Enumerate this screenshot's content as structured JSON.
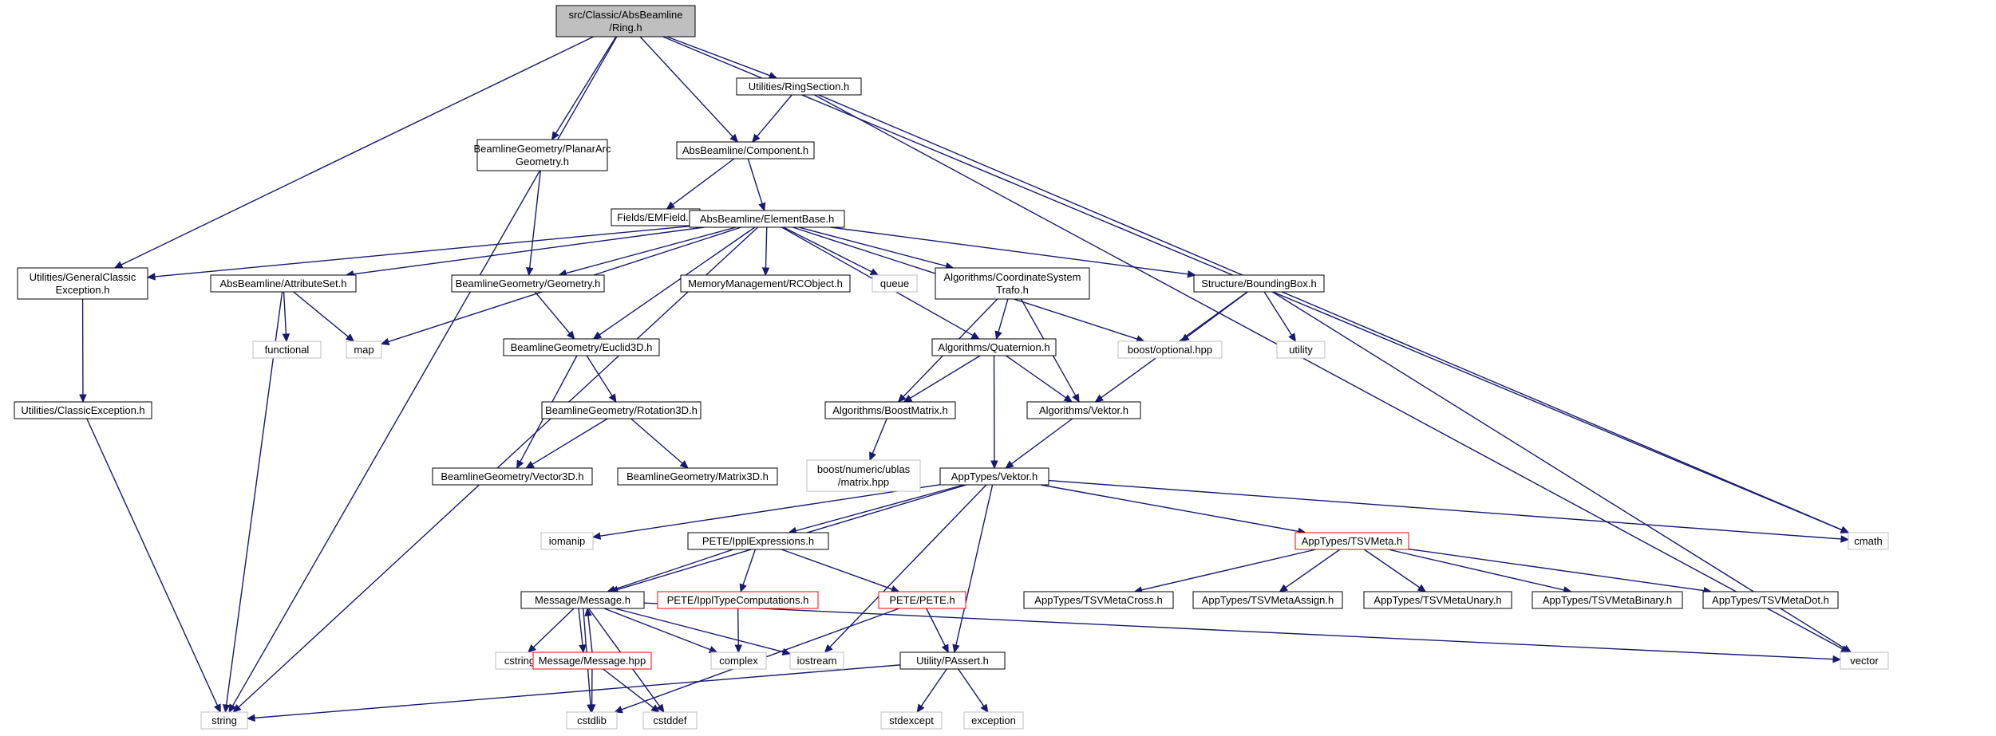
{
  "colors": {
    "edge": "#191970",
    "highlight_fill": "#bfbfbf",
    "box_border": "#000000",
    "system_border": "#bfbfbf",
    "truncated_border": "#ff0000"
  },
  "nodes": {
    "ring": {
      "lines": [
        "src/Classic/AbsBeamline",
        "/Ring.h"
      ],
      "kind": "highlight"
    },
    "ringsection": {
      "lines": [
        "Utilities/RingSection.h"
      ],
      "kind": "std"
    },
    "planararc": {
      "lines": [
        "BeamlineGeometry/PlanarArc",
        "Geometry.h"
      ],
      "kind": "std"
    },
    "component": {
      "lines": [
        "AbsBeamline/Component.h"
      ],
      "kind": "std"
    },
    "emfield": {
      "lines": [
        "Fields/EMField.h"
      ],
      "kind": "std"
    },
    "elementbase": {
      "lines": [
        "AbsBeamline/ElementBase.h"
      ],
      "kind": "std"
    },
    "genclassicexc": {
      "lines": [
        "Utilities/GeneralClassic",
        "Exception.h"
      ],
      "kind": "std"
    },
    "attributeset": {
      "lines": [
        "AbsBeamline/AttributeSet.h"
      ],
      "kind": "std"
    },
    "geometry": {
      "lines": [
        "BeamlineGeometry/Geometry.h"
      ],
      "kind": "std"
    },
    "rcobject": {
      "lines": [
        "MemoryManagement/RCObject.h"
      ],
      "kind": "std"
    },
    "queue": {
      "lines": [
        "queue"
      ],
      "kind": "sys"
    },
    "coordtrafo": {
      "lines": [
        "Algorithms/CoordinateSystem",
        "Trafo.h"
      ],
      "kind": "std"
    },
    "boundingbox": {
      "lines": [
        "Structure/BoundingBox.h"
      ],
      "kind": "std"
    },
    "functional": {
      "lines": [
        "functional"
      ],
      "kind": "sys"
    },
    "map": {
      "lines": [
        "map"
      ],
      "kind": "sys"
    },
    "euclid3d": {
      "lines": [
        "BeamlineGeometry/Euclid3D.h"
      ],
      "kind": "std"
    },
    "quaternion": {
      "lines": [
        "Algorithms/Quaternion.h"
      ],
      "kind": "std"
    },
    "boostoptional": {
      "lines": [
        "boost/optional.hpp"
      ],
      "kind": "sys"
    },
    "utility": {
      "lines": [
        "utility"
      ],
      "kind": "sys"
    },
    "classicexc": {
      "lines": [
        "Utilities/ClassicException.h"
      ],
      "kind": "std"
    },
    "rotation3d": {
      "lines": [
        "BeamlineGeometry/Rotation3D.h"
      ],
      "kind": "std"
    },
    "boostmatrix": {
      "lines": [
        "Algorithms/BoostMatrix.h"
      ],
      "kind": "std"
    },
    "algvektor": {
      "lines": [
        "Algorithms/Vektor.h"
      ],
      "kind": "std"
    },
    "vector3d": {
      "lines": [
        "BeamlineGeometry/Vector3D.h"
      ],
      "kind": "std"
    },
    "matrix3d": {
      "lines": [
        "BeamlineGeometry/Matrix3D.h"
      ],
      "kind": "std"
    },
    "ublasmatrix": {
      "lines": [
        "boost/numeric/ublas",
        "/matrix.hpp"
      ],
      "kind": "sys"
    },
    "appvektor": {
      "lines": [
        "AppTypes/Vektor.h"
      ],
      "kind": "std"
    },
    "iomanip": {
      "lines": [
        "iomanip"
      ],
      "kind": "sys"
    },
    "ipplexpr": {
      "lines": [
        "PETE/IpplExpressions.h"
      ],
      "kind": "std"
    },
    "tsvmeta": {
      "lines": [
        "AppTypes/TSVMeta.h"
      ],
      "kind": "trunc"
    },
    "cmath": {
      "lines": [
        "cmath"
      ],
      "kind": "sys"
    },
    "messageh": {
      "lines": [
        "Message/Message.h"
      ],
      "kind": "std"
    },
    "ippltypecomp": {
      "lines": [
        "PETE/IpplTypeComputations.h"
      ],
      "kind": "trunc"
    },
    "peteh": {
      "lines": [
        "PETE/PETE.h"
      ],
      "kind": "trunc"
    },
    "tsvcross": {
      "lines": [
        "AppTypes/TSVMetaCross.h"
      ],
      "kind": "std"
    },
    "tsvassign": {
      "lines": [
        "AppTypes/TSVMetaAssign.h"
      ],
      "kind": "std"
    },
    "tsvunary": {
      "lines": [
        "AppTypes/TSVMetaUnary.h"
      ],
      "kind": "std"
    },
    "tsvbinary": {
      "lines": [
        "AppTypes/TSVMetaBinary.h"
      ],
      "kind": "std"
    },
    "tsvdot": {
      "lines": [
        "AppTypes/TSVMetaDot.h"
      ],
      "kind": "std"
    },
    "cstring": {
      "lines": [
        "cstring"
      ],
      "kind": "sys"
    },
    "messagehpp": {
      "lines": [
        "Message/Message.hpp"
      ],
      "kind": "trunc"
    },
    "complex": {
      "lines": [
        "complex"
      ],
      "kind": "sys"
    },
    "iostream": {
      "lines": [
        "iostream"
      ],
      "kind": "sys"
    },
    "passert": {
      "lines": [
        "Utility/PAssert.h"
      ],
      "kind": "std"
    },
    "vector": {
      "lines": [
        "vector"
      ],
      "kind": "sys"
    },
    "string": {
      "lines": [
        "string"
      ],
      "kind": "sys"
    },
    "cstdlib": {
      "lines": [
        "cstdlib"
      ],
      "kind": "sys"
    },
    "cstddef": {
      "lines": [
        "cstddef"
      ],
      "kind": "sys"
    },
    "stdexcept": {
      "lines": [
        "stdexcept"
      ],
      "kind": "sys"
    },
    "exception": {
      "lines": [
        "exception"
      ],
      "kind": "sys"
    }
  },
  "edges": [
    [
      "ring",
      "genclassicexc"
    ],
    [
      "ring",
      "string"
    ],
    [
      "ring",
      "planararc"
    ],
    [
      "ring",
      "component"
    ],
    [
      "ring",
      "ringsection"
    ],
    [
      "ring",
      "cmath"
    ],
    [
      "ringsection",
      "component"
    ],
    [
      "ringsection",
      "cmath"
    ],
    [
      "ringsection",
      "vector"
    ],
    [
      "planararc",
      "geometry"
    ],
    [
      "component",
      "emfield"
    ],
    [
      "component",
      "elementbase"
    ],
    [
      "elementbase",
      "genclassicexc"
    ],
    [
      "elementbase",
      "attributeset"
    ],
    [
      "elementbase",
      "map"
    ],
    [
      "elementbase",
      "string"
    ],
    [
      "elementbase",
      "geometry"
    ],
    [
      "elementbase",
      "euclid3d"
    ],
    [
      "elementbase",
      "rcobject"
    ],
    [
      "elementbase",
      "queue"
    ],
    [
      "elementbase",
      "coordtrafo"
    ],
    [
      "elementbase",
      "quaternion"
    ],
    [
      "elementbase",
      "boostoptional"
    ],
    [
      "elementbase",
      "boundingbox"
    ],
    [
      "genclassicexc",
      "classicexc"
    ],
    [
      "classicexc",
      "string"
    ],
    [
      "attributeset",
      "functional"
    ],
    [
      "attributeset",
      "map"
    ],
    [
      "attributeset",
      "string"
    ],
    [
      "geometry",
      "euclid3d"
    ],
    [
      "euclid3d",
      "rotation3d"
    ],
    [
      "euclid3d",
      "vector3d"
    ],
    [
      "rotation3d",
      "vector3d"
    ],
    [
      "rotation3d",
      "matrix3d"
    ],
    [
      "coordtrafo",
      "quaternion"
    ],
    [
      "coordtrafo",
      "boostmatrix"
    ],
    [
      "coordtrafo",
      "algvektor"
    ],
    [
      "quaternion",
      "boostmatrix"
    ],
    [
      "quaternion",
      "algvektor"
    ],
    [
      "quaternion",
      "appvektor"
    ],
    [
      "boundingbox",
      "boostoptional"
    ],
    [
      "boundingbox",
      "utility"
    ],
    [
      "boundingbox",
      "algvektor"
    ],
    [
      "boundingbox",
      "vector"
    ],
    [
      "boostmatrix",
      "ublasmatrix"
    ],
    [
      "algvektor",
      "appvektor"
    ],
    [
      "appvektor",
      "iomanip"
    ],
    [
      "appvektor",
      "ipplexpr"
    ],
    [
      "appvektor",
      "messageh"
    ],
    [
      "appvektor",
      "iostream"
    ],
    [
      "appvektor",
      "passert"
    ],
    [
      "appvektor",
      "tsvmeta"
    ],
    [
      "appvektor",
      "cmath"
    ],
    [
      "ipplexpr",
      "messageh"
    ],
    [
      "ipplexpr",
      "ippltypecomp"
    ],
    [
      "ipplexpr",
      "peteh"
    ],
    [
      "tsvmeta",
      "tsvcross"
    ],
    [
      "tsvmeta",
      "tsvassign"
    ],
    [
      "tsvmeta",
      "tsvunary"
    ],
    [
      "tsvmeta",
      "tsvbinary"
    ],
    [
      "tsvmeta",
      "tsvdot"
    ],
    [
      "messageh",
      "cstring"
    ],
    [
      "messageh",
      "messagehpp"
    ],
    [
      "messageh",
      "complex"
    ],
    [
      "messageh",
      "iostream"
    ],
    [
      "messageh",
      "vector"
    ],
    [
      "messageh",
      "cstdlib"
    ],
    [
      "messageh",
      "cstddef"
    ],
    [
      "messagehpp",
      "messageh"
    ],
    [
      "messagehpp",
      "cstdlib"
    ],
    [
      "messagehpp",
      "cstddef"
    ],
    [
      "ippltypecomp",
      "complex"
    ],
    [
      "peteh",
      "passert"
    ],
    [
      "peteh",
      "cstdlib"
    ],
    [
      "passert",
      "string"
    ],
    [
      "passert",
      "stdexcept"
    ],
    [
      "passert",
      "exception"
    ]
  ]
}
